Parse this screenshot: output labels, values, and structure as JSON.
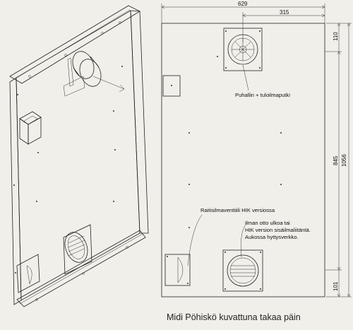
{
  "dimensions": {
    "total_width": "629",
    "fan_offset": "315",
    "total_height": "1056",
    "mid_height": "845",
    "top_offset": "110",
    "bottom_offset": "101"
  },
  "annotations": {
    "fan": "Puhallin + tuloilmaputki",
    "vent": "Raitisilmaventtiili HIK versiossa",
    "intake_line1": "Ilman otto ulkoa tai",
    "intake_line2": "HIK version sisäilmaliitäntä.",
    "intake_line3": "Aukossa hyttysverkko."
  },
  "caption": "Midi Pöhiskö kuvattuna takaa päin",
  "colors": {
    "background": "#f1efe9",
    "line": "#222222"
  }
}
